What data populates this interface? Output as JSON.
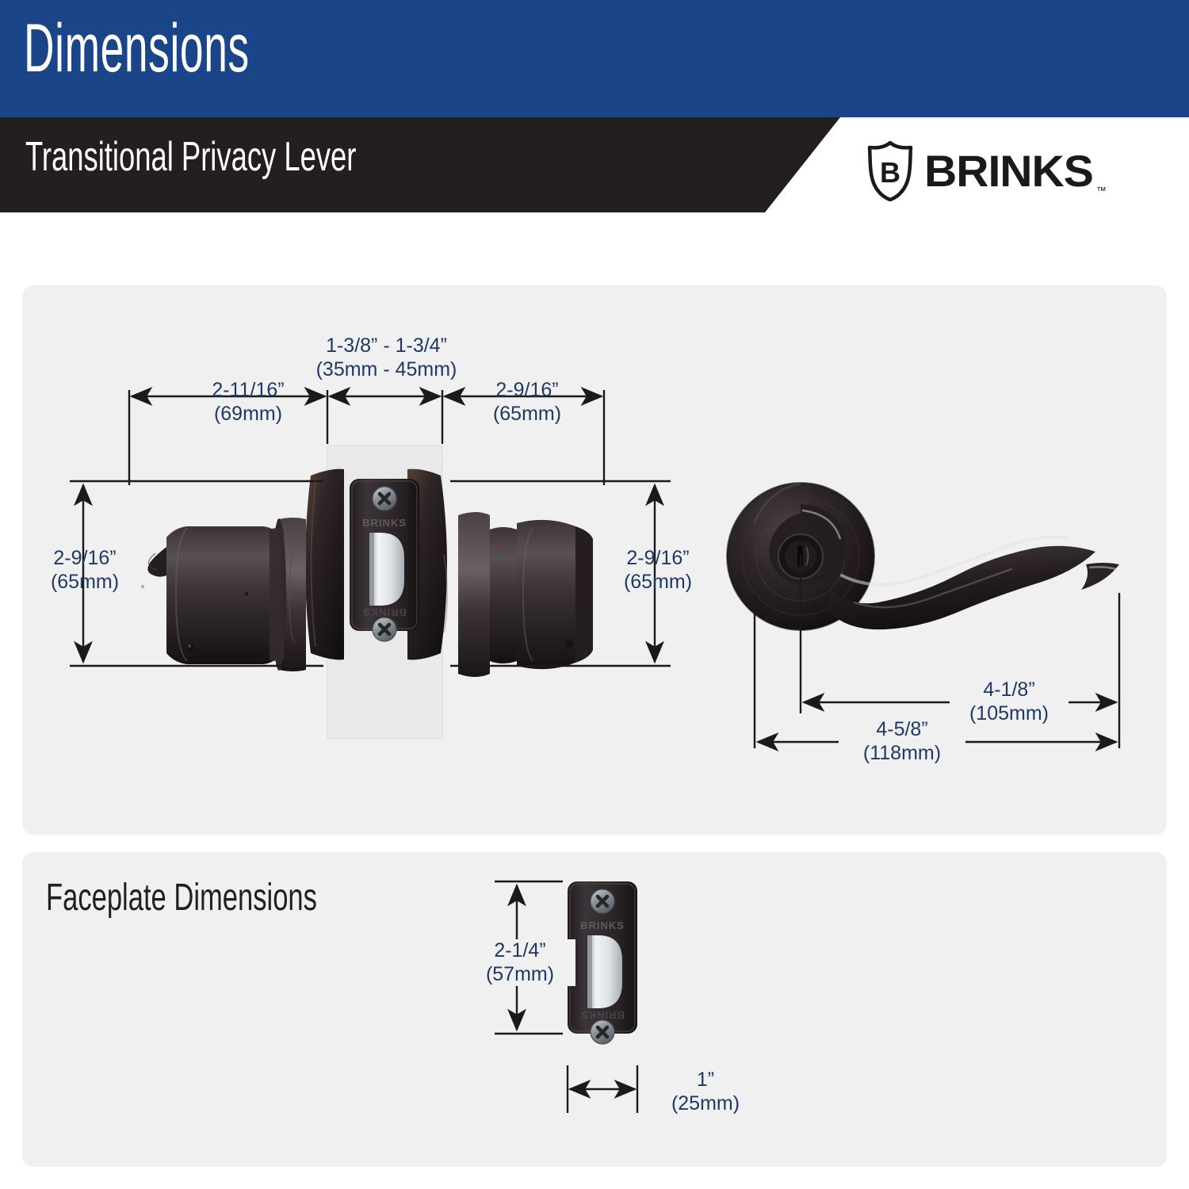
{
  "header": {
    "title": "Dimensions",
    "subtitle": "Transitional Privacy Lever",
    "brand": "BRINKS",
    "brand_shield_letter": "B",
    "trademark": "™"
  },
  "panels": {
    "faceplate_section_title": "Faceplate Dimensions"
  },
  "dimensions": {
    "backset_depth": {
      "imperial": "2-11/16”",
      "metric": "(69mm)"
    },
    "door_thickness": {
      "imperial": "1-3/8” - 1-3/4”",
      "metric": "(35mm - 45mm)"
    },
    "rose_projection": {
      "imperial": "2-9/16”",
      "metric": "(65mm)"
    },
    "rose_height_left": {
      "imperial": "2-9/16”",
      "metric": "(65mm)"
    },
    "rose_height_right": {
      "imperial": "2-9/16”",
      "metric": "(65mm)"
    },
    "lever_length": {
      "imperial": "4-1/8”",
      "metric": "(105mm)"
    },
    "lever_total_length": {
      "imperial": "4-5/8”",
      "metric": "(118mm)"
    },
    "faceplate_height": {
      "imperial": "2-1/4”",
      "metric": "(57mm)"
    },
    "faceplate_width": {
      "imperial": "1”",
      "metric": "(25mm)"
    }
  },
  "colors": {
    "header_blue": "#1a4689",
    "header_black": "#231f20",
    "panel_gray": "#f0f0f0",
    "dimension_text": "#1f3864",
    "hardware_bronze": "#2b2528"
  },
  "product": {
    "faceplate_emboss": "BRINKS"
  }
}
